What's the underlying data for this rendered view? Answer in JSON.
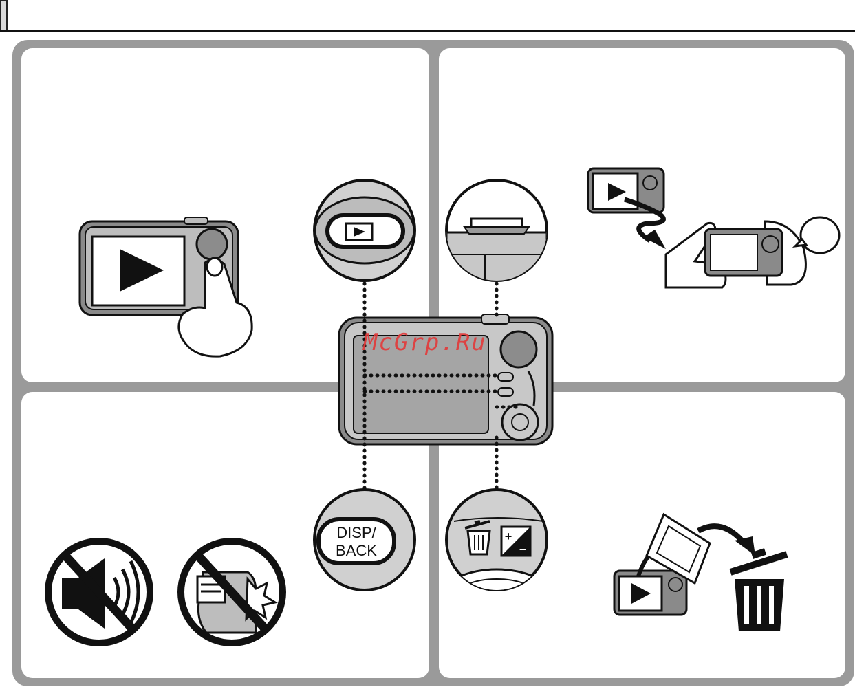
{
  "watermark": {
    "text": "McGrp.Ru"
  },
  "buttons": {
    "disp_back_line1": "DISP/",
    "disp_back_line2": "BACK",
    "exposure_plus": "+",
    "exposure_minus": "–"
  },
  "icons": [
    "playback-icon",
    "camera-icon",
    "finger-icon",
    "zigzag-arrow-icon",
    "hands-icon",
    "speech-bubble-icon",
    "no-sound-icon",
    "no-flash-icon",
    "trash-icon",
    "curved-arrow-icon",
    "photo-icon"
  ],
  "colors": {
    "frame": "#9a9a9a",
    "lens": "#8c8c8c",
    "body": "#c8c8c8",
    "watermark": "#e23b3b"
  }
}
